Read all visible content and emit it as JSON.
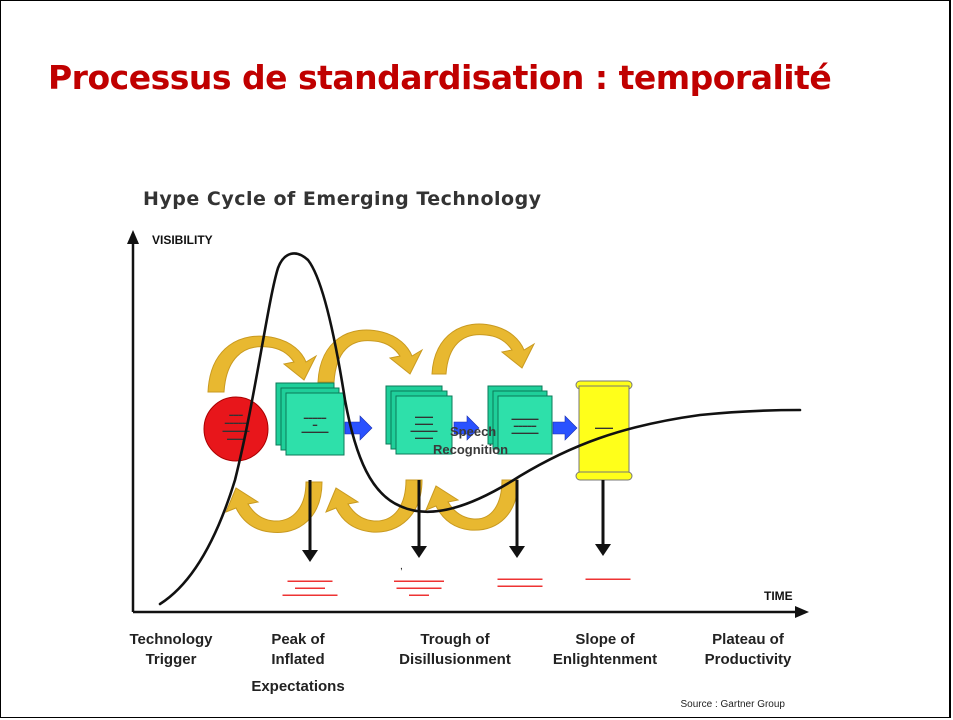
{
  "slide": {
    "title": "Processus de standardisation : temporalité"
  },
  "figure": {
    "title": "Hype Cycle of Emerging Technology",
    "y_axis_label": "VISIBILITY",
    "x_axis_label": "TIME",
    "source": "Source : Gartner Group",
    "phases": [
      [
        "Technology",
        "Trigger"
      ],
      [
        "Peak of",
        "Inflated",
        "Expectations"
      ],
      [
        "Trough of",
        "Disillusionment"
      ],
      [
        "Slope of",
        "Enlightenment"
      ],
      [
        "Plateau of",
        "Productivity"
      ]
    ],
    "overlay_label": [
      "Speech",
      "Recognition"
    ],
    "colors": {
      "title_red": "#c00000",
      "circle_red": "#e8161b",
      "doc_green": "#1fcf9a",
      "doc_yellow": "#ffff1a",
      "arrow_gold": "#e8b830",
      "arrow_blue": "#2a52ff",
      "note_red": "#ee3333"
    }
  }
}
